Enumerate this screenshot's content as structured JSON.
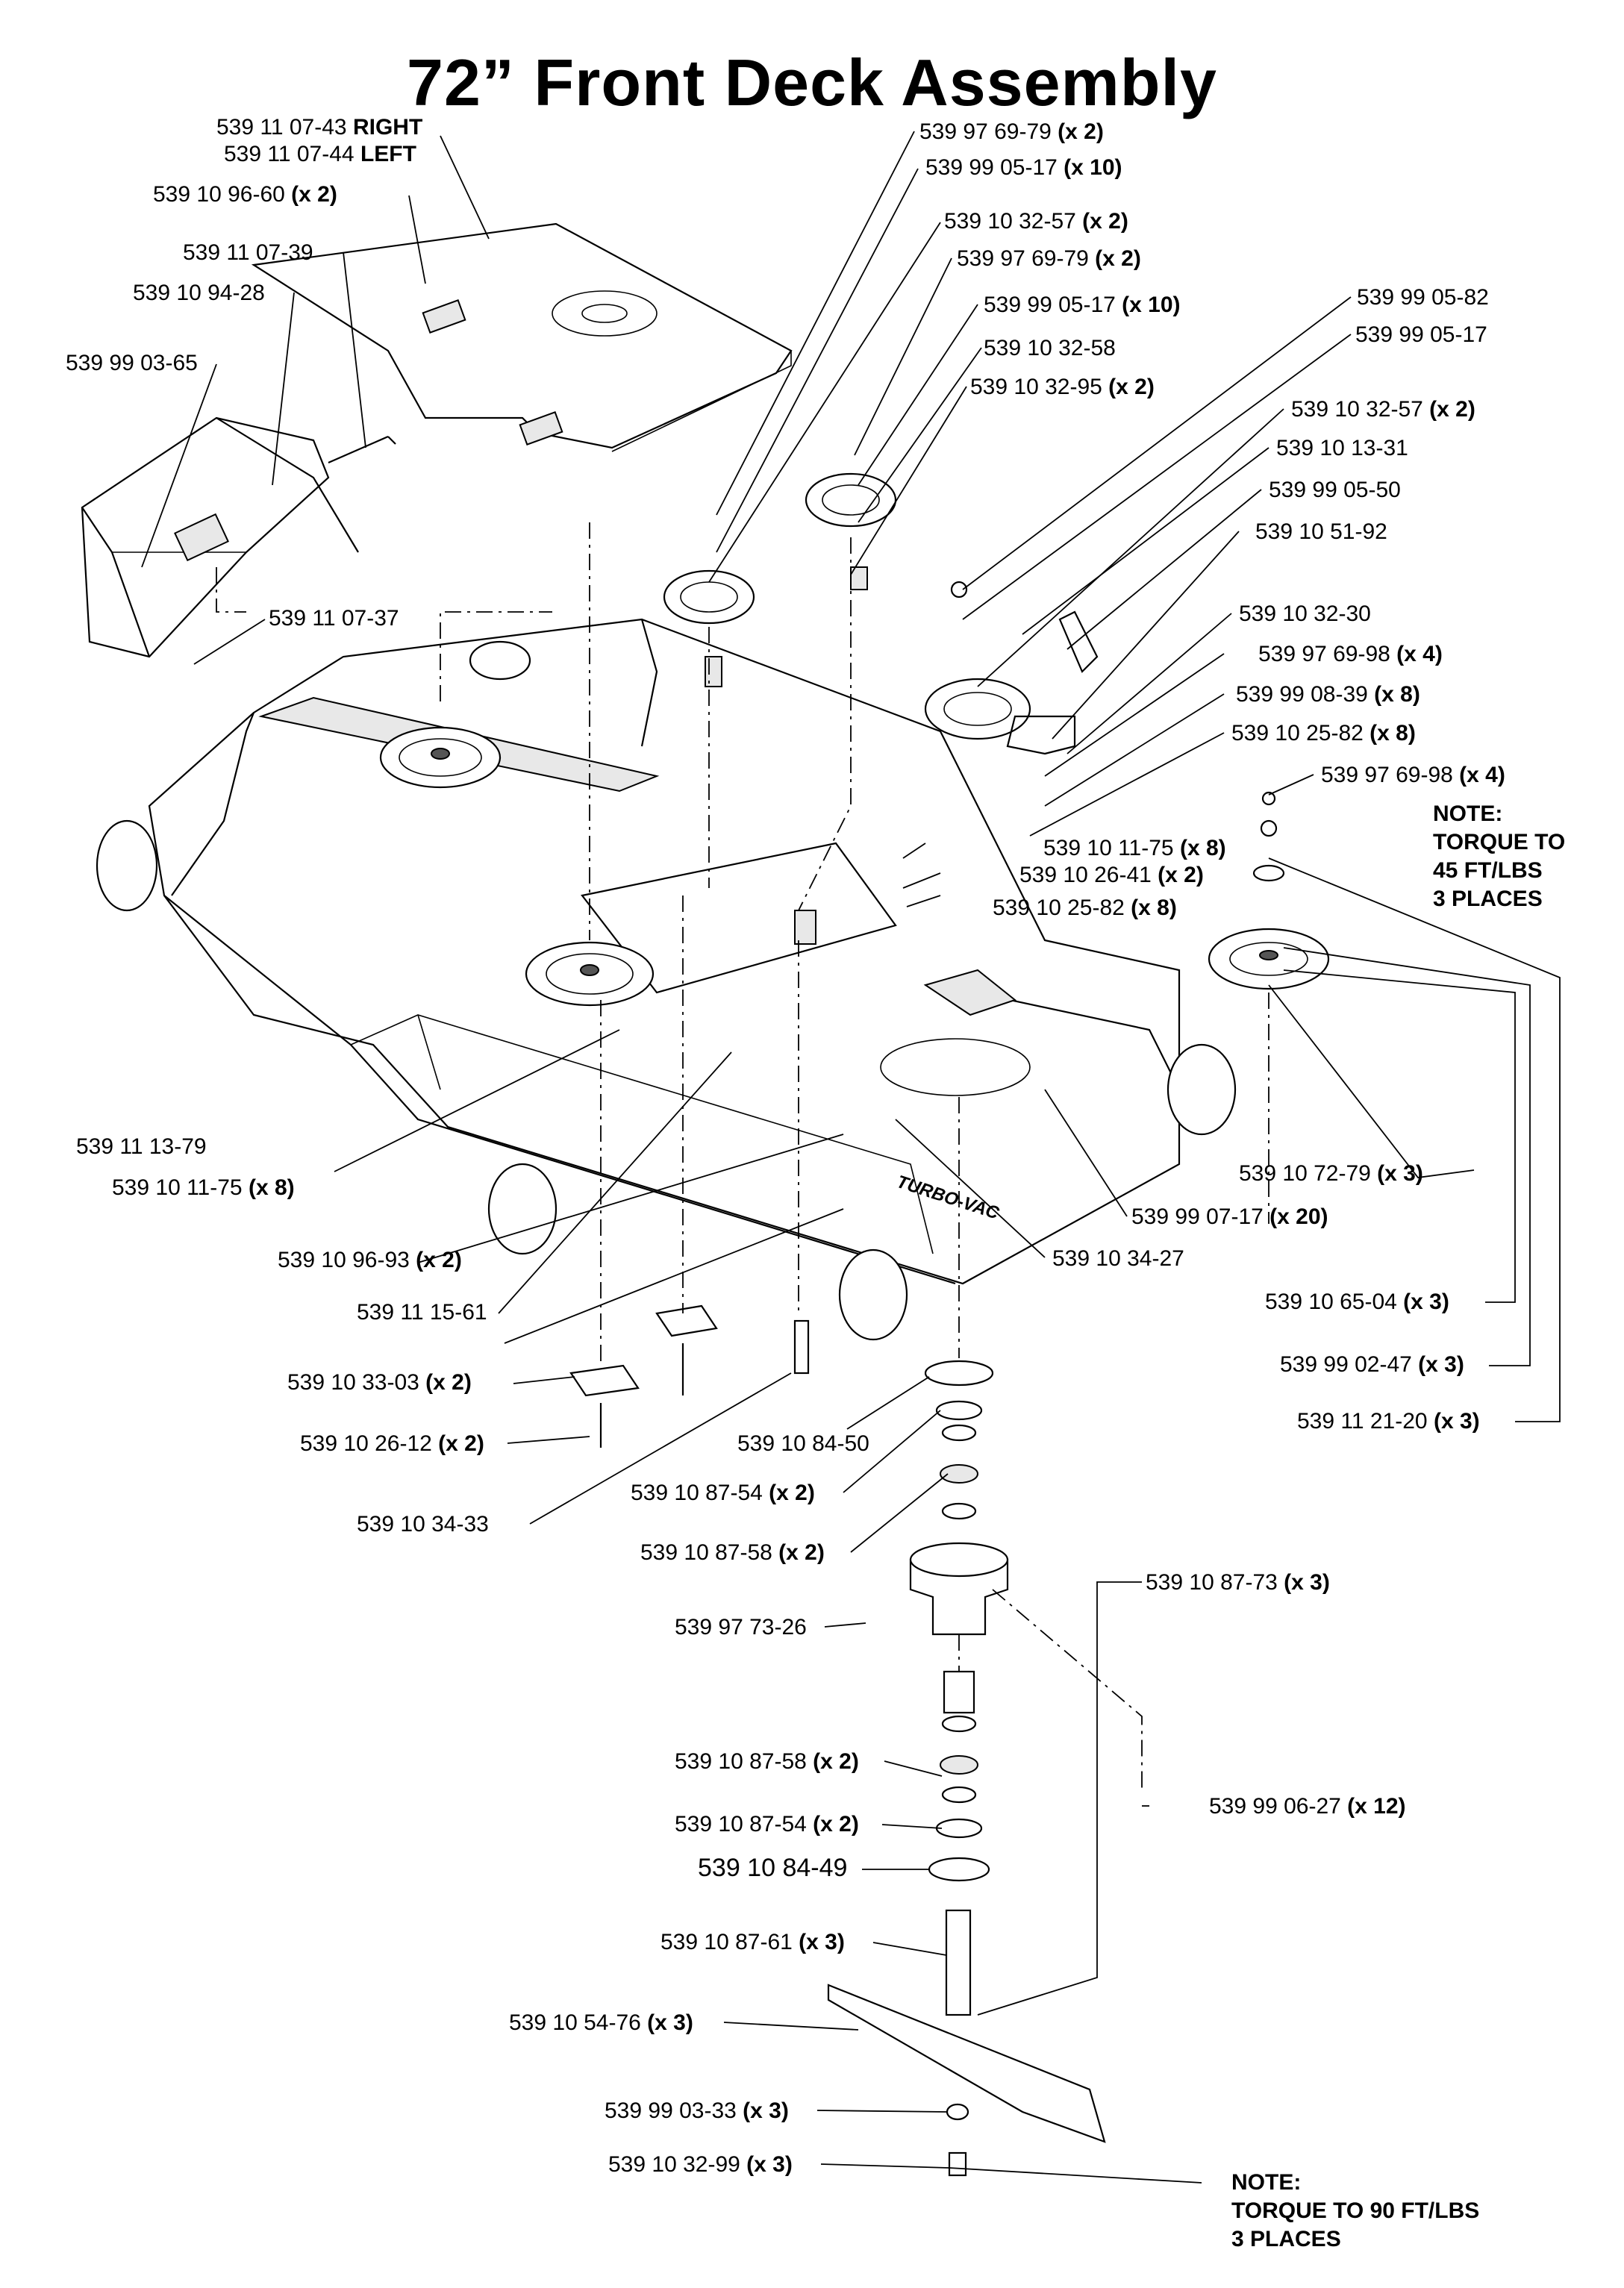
{
  "title": "72” Front Deck Assembly",
  "labels": [
    {
      "part": "539 11 07-43",
      "qty": "RIGHT"
    },
    {
      "part": "539 11 07-44",
      "qty": "LEFT"
    },
    {
      "part": "539 10 96-60",
      "qty": "(x 2)"
    },
    {
      "part": "539 11 07-39",
      "qty": ""
    },
    {
      "part": "539 10 94-28",
      "qty": ""
    },
    {
      "part": "539 99 03-65",
      "qty": ""
    },
    {
      "part": "539 11 07-37",
      "qty": ""
    },
    {
      "part": "539 97 69-79",
      "qty": "(x 2)"
    },
    {
      "part": "539 99 05-17",
      "qty": "(x 10)"
    },
    {
      "part": "539 10 32-57",
      "qty": "(x 2)"
    },
    {
      "part": "539 97 69-79",
      "qty": "(x 2)"
    },
    {
      "part": "539 99 05-17",
      "qty": "(x 10)"
    },
    {
      "part": "539 10 32-58",
      "qty": ""
    },
    {
      "part": "539 10 32-95",
      "qty": "(x 2)"
    },
    {
      "part": "539 99 05-82",
      "qty": ""
    },
    {
      "part": "539 99 05-17",
      "qty": ""
    },
    {
      "part": "539 10 32-57",
      "qty": "(x 2)"
    },
    {
      "part": "539 10 13-31",
      "qty": ""
    },
    {
      "part": "539 99 05-50",
      "qty": ""
    },
    {
      "part": "539 10 51-92",
      "qty": ""
    },
    {
      "part": "539 10 32-30",
      "qty": ""
    },
    {
      "part": "539 97 69-98",
      "qty": "(x 4)"
    },
    {
      "part": "539 99 08-39",
      "qty": "(x 8)"
    },
    {
      "part": "539 10 25-82",
      "qty": "(x 8)"
    },
    {
      "part": "539 97 69-98",
      "qty": "(x 4)"
    },
    {
      "part": "539 10 11-75",
      "qty": "(x 8)"
    },
    {
      "part": "539 10 26-41",
      "qty": "(x 2)"
    },
    {
      "part": "539 10 25-82",
      "qty": "(x 8)"
    },
    {
      "part": "539 11 13-79",
      "qty": ""
    },
    {
      "part": "539 10 11-75",
      "qty": "(x 8)"
    },
    {
      "part": "539 10 72-79",
      "qty": "(x 3)"
    },
    {
      "part": "539 99 07-17",
      "qty": "(x 20)"
    },
    {
      "part": "539 10 96-93",
      "qty": "(x 2)"
    },
    {
      "part": "539 10 34-27",
      "qty": ""
    },
    {
      "part": "539 11 15-61",
      "qty": ""
    },
    {
      "part": "539 10 65-04",
      "qty": "(x 3)"
    },
    {
      "part": "539 10 33-03",
      "qty": "(x 2)"
    },
    {
      "part": "539 99 02-47",
      "qty": "(x 3)"
    },
    {
      "part": "539 10 26-12",
      "qty": "(x 2)"
    },
    {
      "part": "539 10 84-50",
      "qty": ""
    },
    {
      "part": "539 11 21-20",
      "qty": "(x 3)"
    },
    {
      "part": "539 10 34-33",
      "qty": ""
    },
    {
      "part": "539 10 87-54",
      "qty": "(x 2)"
    },
    {
      "part": "539 10 87-58",
      "qty": "(x 2)"
    },
    {
      "part": "539 10 87-73",
      "qty": "(x 3)"
    },
    {
      "part": "539 97 73-26",
      "qty": ""
    },
    {
      "part": "539 10 87-58",
      "qty": "(x 2)"
    },
    {
      "part": "539 99 06-27",
      "qty": "(x 12)"
    },
    {
      "part": "539 10 87-54",
      "qty": "(x 2)"
    },
    {
      "part": "539 10 84-49",
      "qty": ""
    },
    {
      "part": "539 10 87-61",
      "qty": "(x 3)"
    },
    {
      "part": "539 10 54-76",
      "qty": "(x 3)"
    },
    {
      "part": "539 99 03-33",
      "qty": "(x 3)"
    },
    {
      "part": "539 10 32-99",
      "qty": "(x 3)"
    }
  ],
  "notes": [
    {
      "lines": [
        "NOTE:",
        "TORQUE TO",
        "45 FT/LBS",
        "3 PLACES"
      ]
    },
    {
      "lines": [
        "NOTE:",
        "TORQUE TO 90 FT/LBS",
        "3 PLACES"
      ]
    }
  ],
  "deck_decal": "TURBO-VAC"
}
